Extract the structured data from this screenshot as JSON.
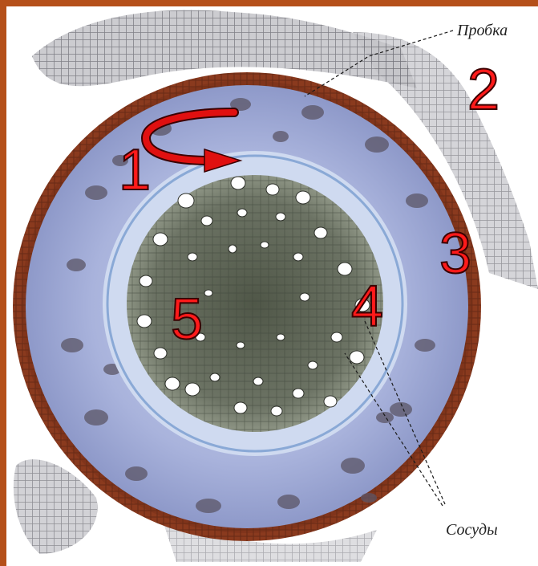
{
  "labels": {
    "probka": "Пробка",
    "sosudy": "Сосуды",
    "n1": "1",
    "n2": "2",
    "n3": "3",
    "n4": "4",
    "n5": "5"
  },
  "colors": {
    "frame": "#b5501a",
    "bark": "#8a3a1e",
    "cortex": "#aab4dc",
    "cambium": "#dfe8f6",
    "wood": "#6e7466",
    "vessel": "#ffffff",
    "arrow": "#e01010",
    "label": "#ff1a1a"
  },
  "icons": {
    "arrow": "curved-arrow-icon"
  }
}
